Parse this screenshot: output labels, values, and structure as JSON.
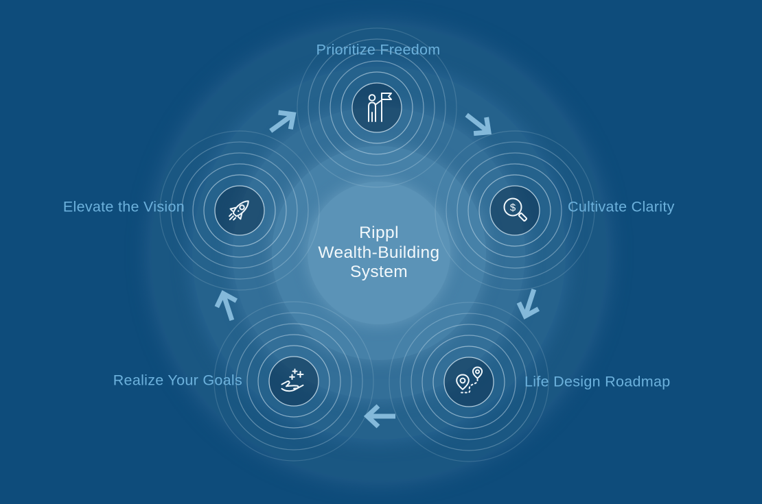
{
  "diagram": {
    "center_title_lines": [
      "Rippl",
      "Wealth-Building",
      "System"
    ],
    "steps": [
      {
        "id": "prioritize-freedom",
        "label": "Prioritize Freedom",
        "icon": "person-with-flag-icon",
        "position": "top"
      },
      {
        "id": "cultivate-clarity",
        "label": "Cultivate Clarity",
        "icon": "dollar-magnifier-icon",
        "symbol": "$",
        "position": "right"
      },
      {
        "id": "life-design-roadmap",
        "label": "Life Design Roadmap",
        "icon": "route-pins-icon",
        "position": "bottom-right"
      },
      {
        "id": "realize-your-goals",
        "label": "Realize Your Goals",
        "icon": "hand-sparkles-icon",
        "position": "bottom-left"
      },
      {
        "id": "elevate-the-vision",
        "label": "Elevate the Vision",
        "icon": "rocket-icon",
        "position": "left"
      }
    ],
    "flow_direction": "clockwise",
    "colors": {
      "background": "#0e4c7b",
      "label_text": "#6cb1dc",
      "center_text": "#f2f8fb",
      "icon_stroke": "#f2f8fc",
      "arrow": "#84b9da",
      "ripple_ring": "#dcecf7",
      "disc_shades": [
        "#1a5782",
        "#25628c",
        "#336f98",
        "#4681a8",
        "#5b93b7"
      ]
    }
  }
}
